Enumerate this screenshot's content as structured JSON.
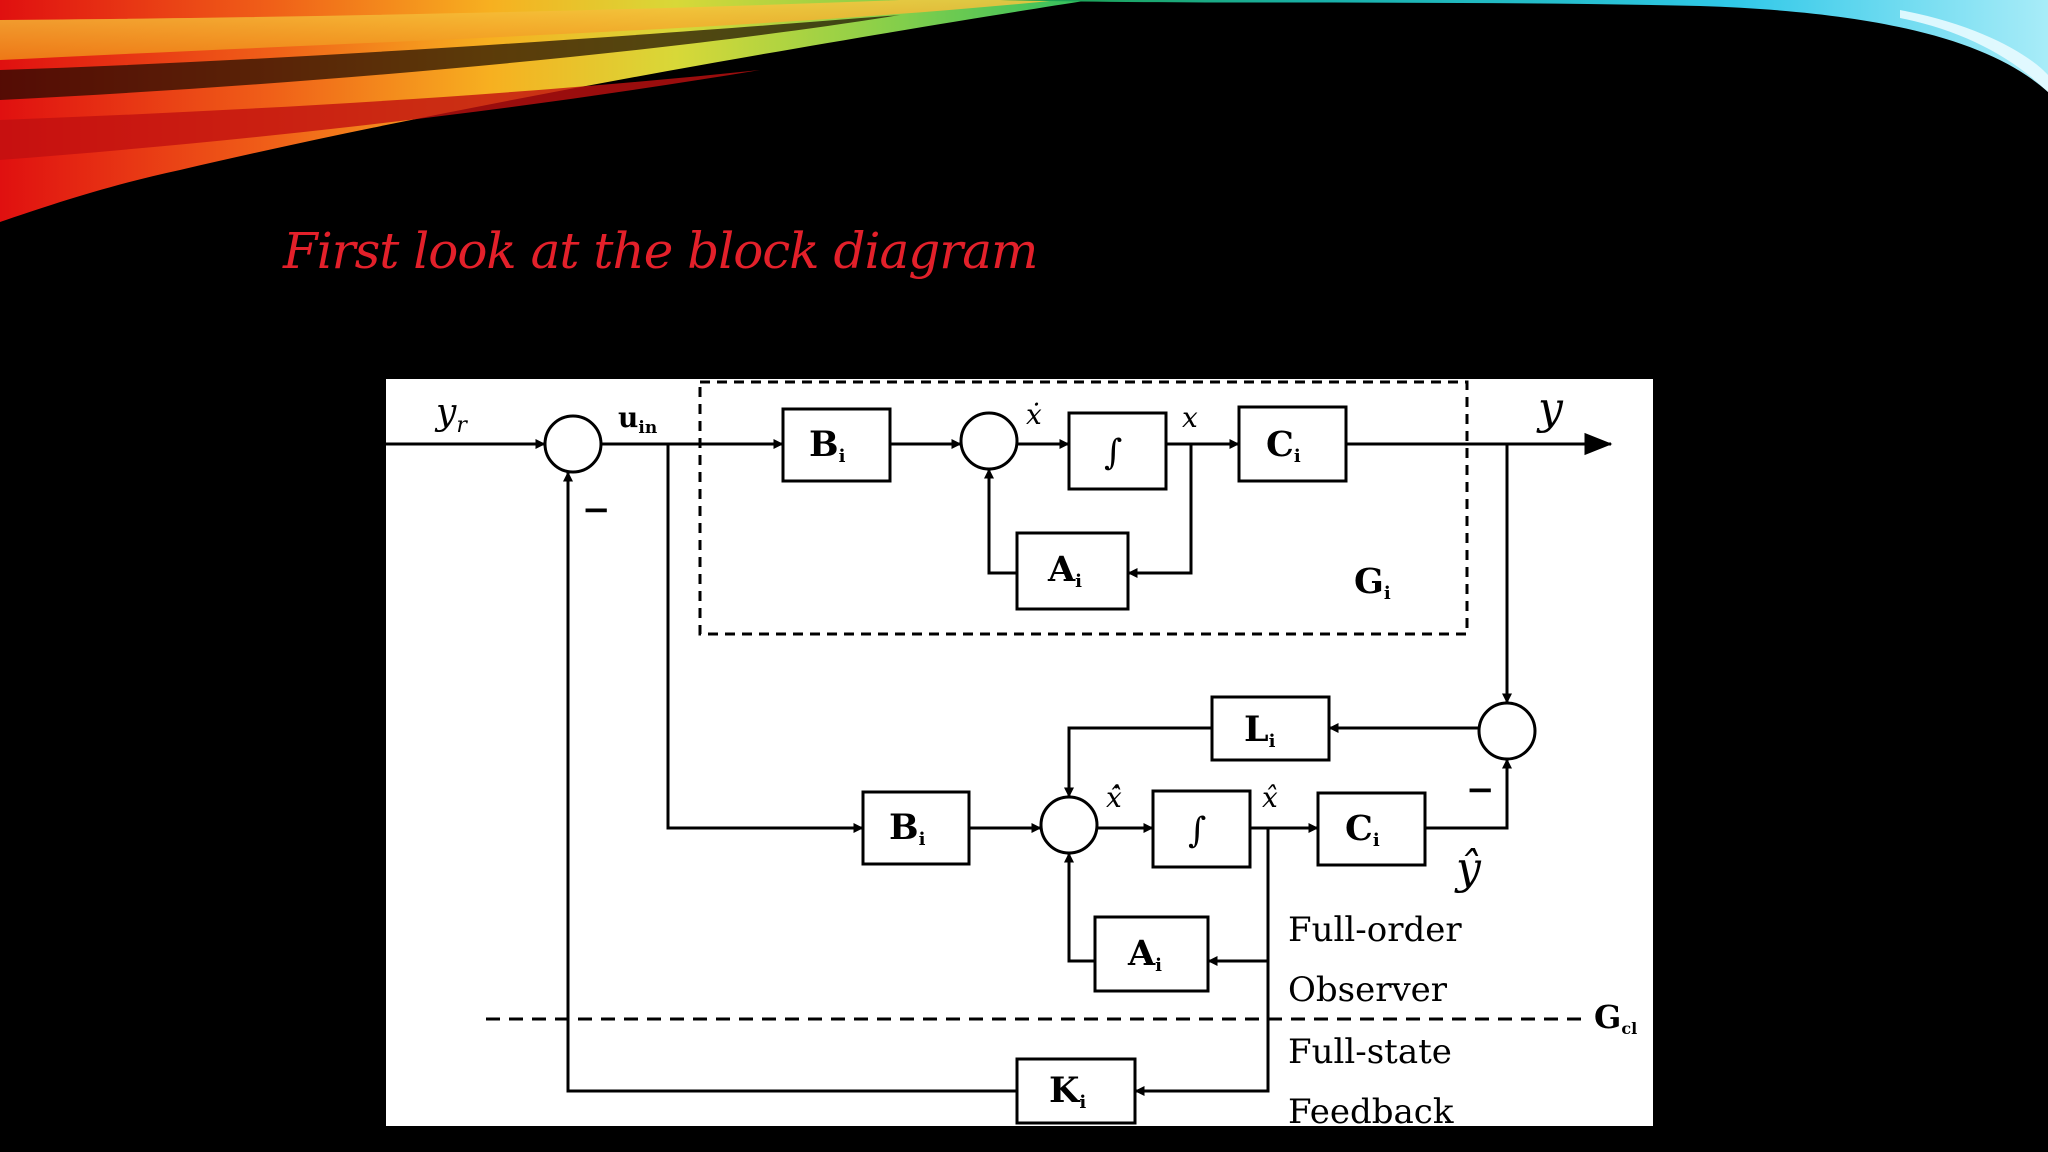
{
  "slide": {
    "title": "First look at the block diagram",
    "title_color": "#e3202a",
    "background_color": "#000000"
  },
  "diagram": {
    "signals": {
      "y_r": "y",
      "y_r_sub": "r",
      "u_in": "u",
      "u_in_sub": "in",
      "x_dot": "ẋ",
      "x": "x",
      "y": "y",
      "x_hat_dot": "x̂̇",
      "x_hat": "x̂",
      "y_hat": "ŷ",
      "minus_1": "−",
      "minus_2": "−"
    },
    "blocks": {
      "b_plant": "B",
      "integrator_plant": "∫",
      "c_plant": "C",
      "a_plant": "A",
      "l_gain": "L",
      "b_obs": "B",
      "integrator_obs": "∫",
      "c_obs": "C",
      "a_obs": "A",
      "k_gain": "K",
      "subscript": "i"
    },
    "labels": {
      "plant": "G",
      "plant_sub": "i",
      "closed_loop": "G",
      "closed_loop_sub": "cl",
      "observer_line1": "Full-order",
      "observer_line2": "Observer",
      "feedback_line1": "Full-state",
      "feedback_line2": "Feedback"
    }
  }
}
